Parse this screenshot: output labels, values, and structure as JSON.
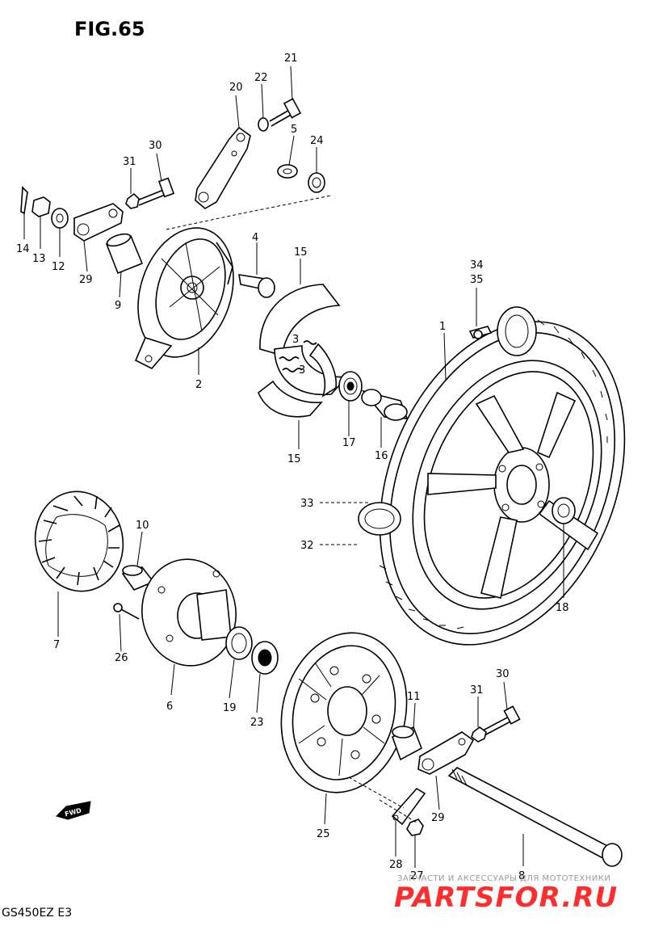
{
  "figure": {
    "title": "FIG.65"
  },
  "footer": {
    "model": "GS450EZ  E3"
  },
  "fwd": {
    "label": "FWD"
  },
  "watermark": {
    "line1": "ЗАПЧАСТИ И АКСЕССУАРЫ ДЛЯ МОТОТЕХНИКИ",
    "brand": "PARTSFOR.RU"
  },
  "callouts": {
    "c1": "1",
    "c2": "2",
    "c3a": "3",
    "c3b": "3",
    "c4": "4",
    "c5": "5",
    "c6": "6",
    "c7": "7",
    "c8": "8",
    "c9": "9",
    "c10": "10",
    "c11": "11",
    "c12": "12",
    "c13": "13",
    "c14": "14",
    "c15a": "15",
    "c15b": "15",
    "c16": "16",
    "c17": "17",
    "c18": "18",
    "c19": "19",
    "c20": "20",
    "c21": "21",
    "c22": "22",
    "c23": "23",
    "c24": "24",
    "c25": "25",
    "c26": "26",
    "c27": "27",
    "c28": "28",
    "c29a": "29",
    "c29b": "29",
    "c30a": "30",
    "c30b": "30",
    "c31a": "31",
    "c31b": "31",
    "c32": "32",
    "c33": "33",
    "c34": "34",
    "c35": "35"
  }
}
